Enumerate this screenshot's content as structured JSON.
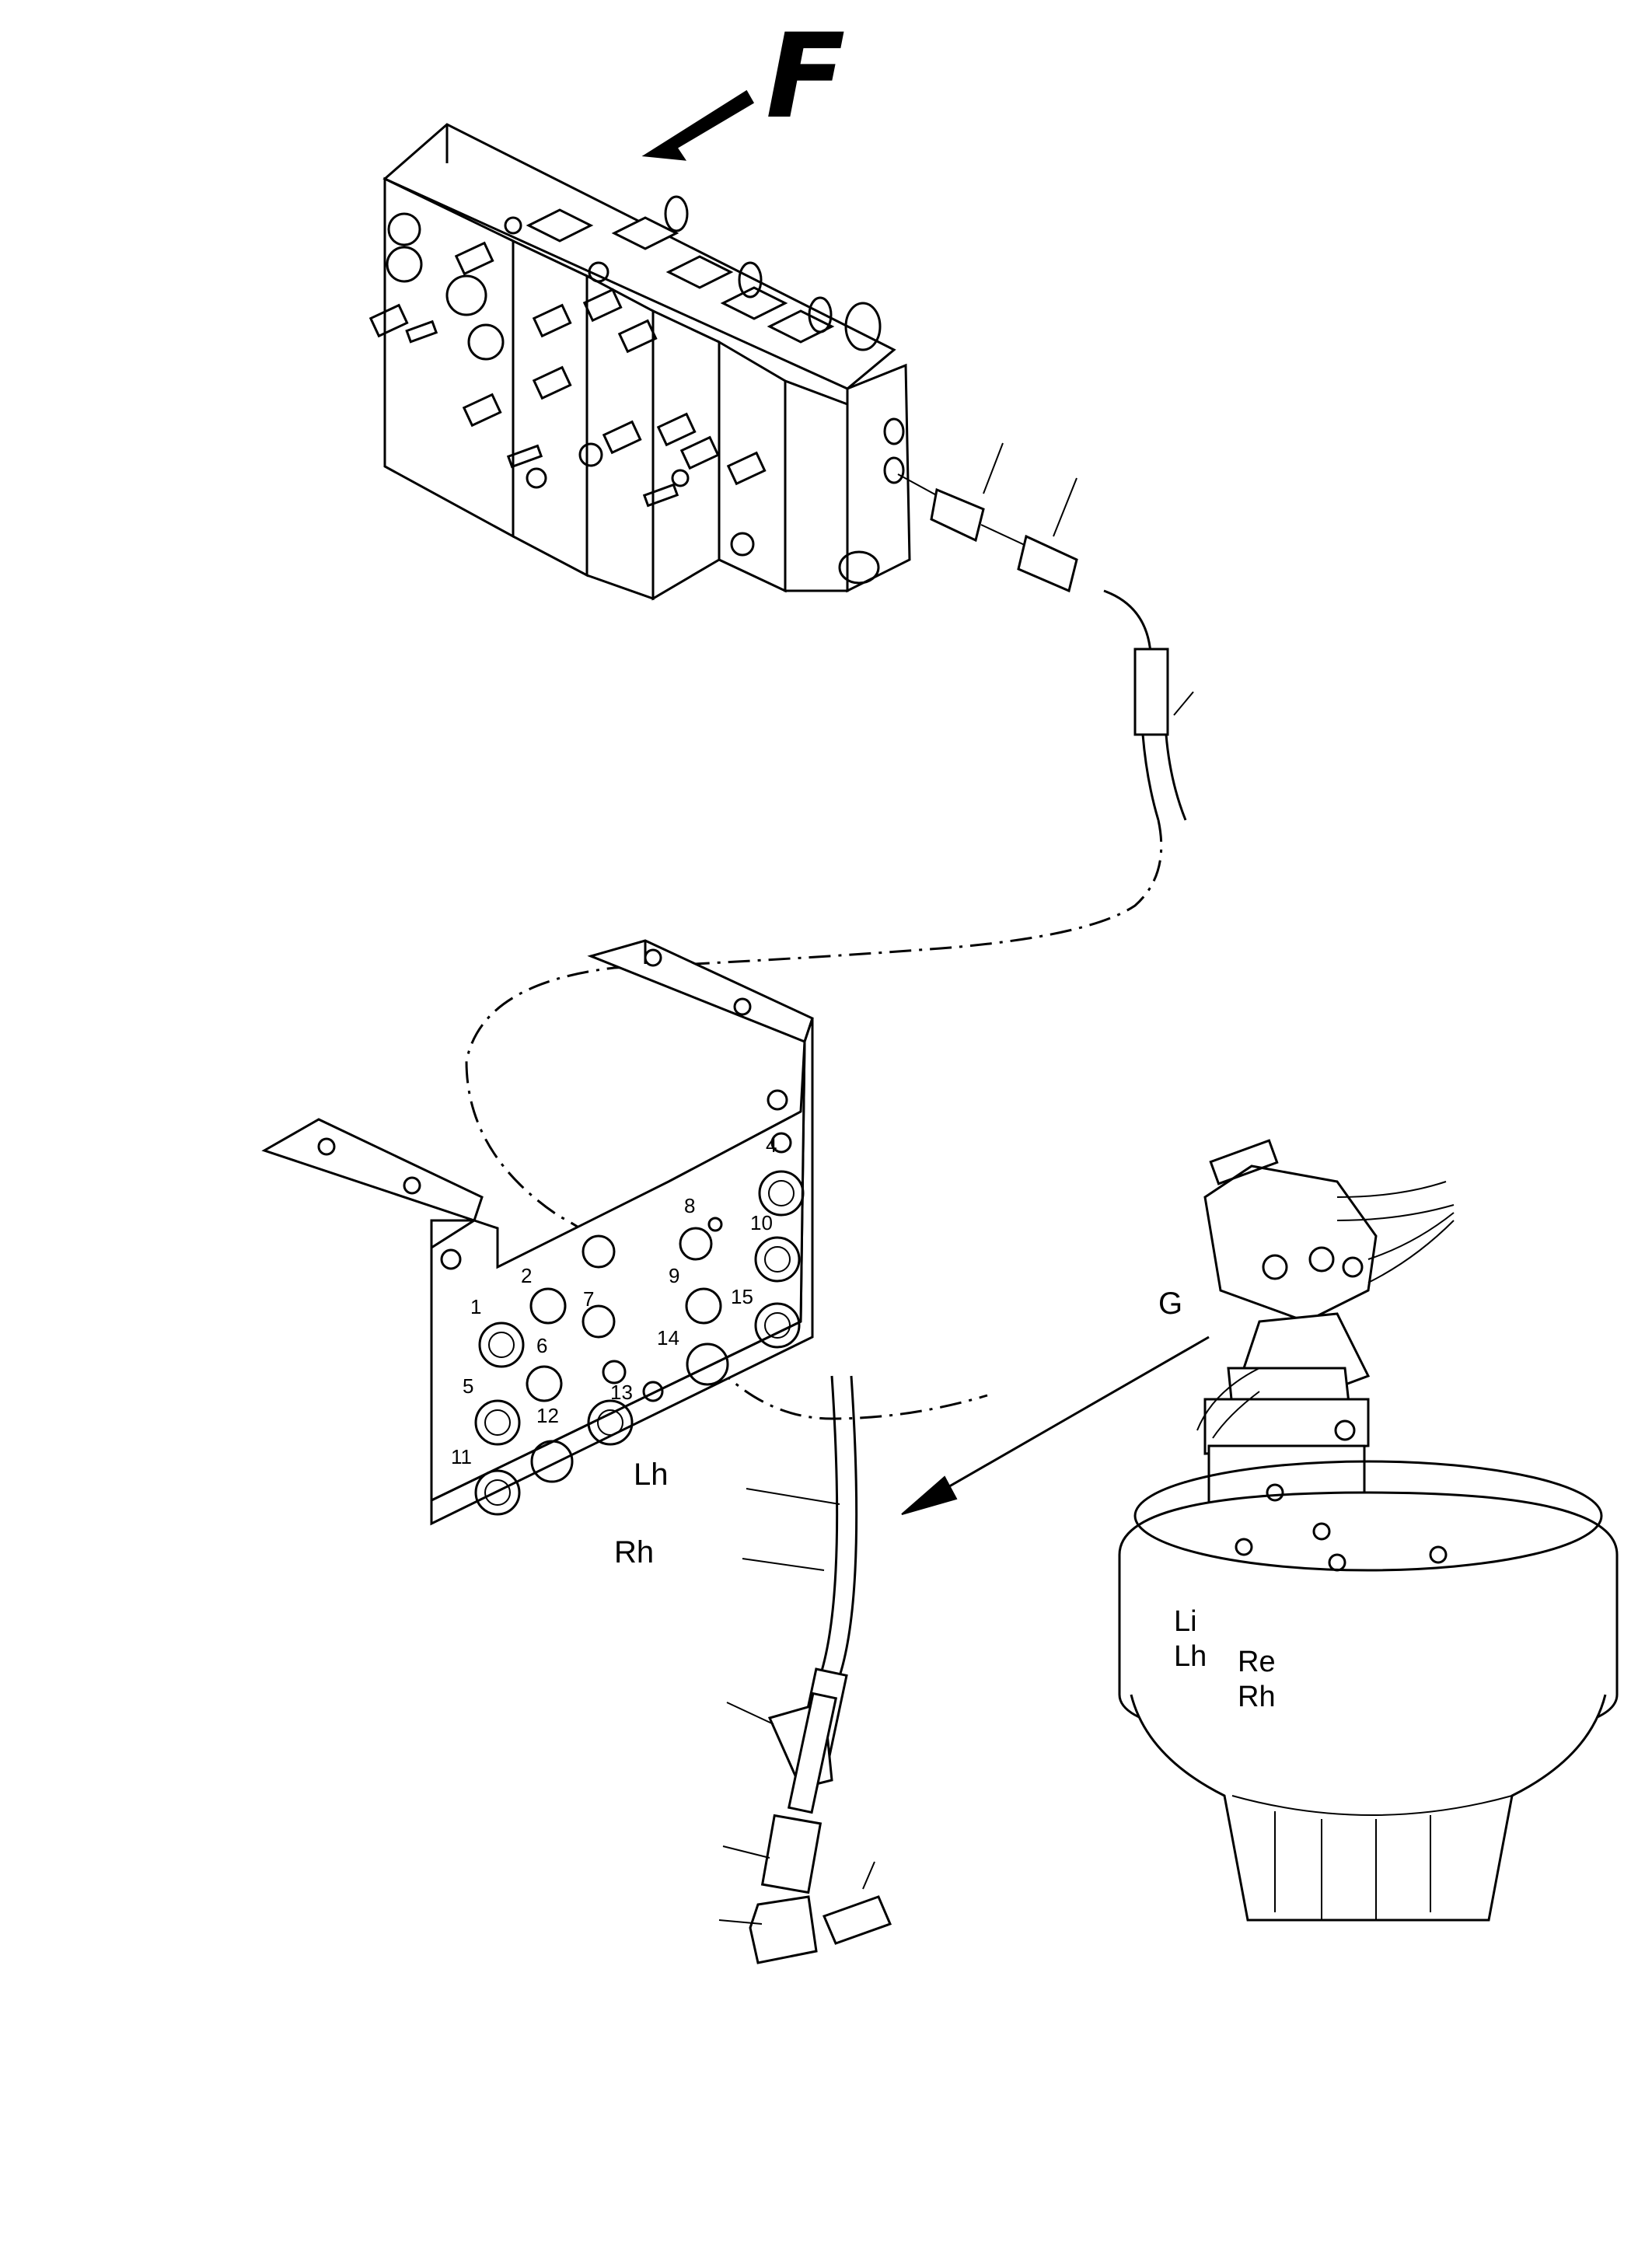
{
  "diagram": {
    "direction_marker": "F",
    "view_marker": "G",
    "hose_labels": [
      "Lh",
      "Rh"
    ],
    "swivel_labels": [
      "Li",
      "Lh",
      "Re",
      "Rh"
    ],
    "port_numbers": [
      "1",
      "2",
      "4",
      "5",
      "6",
      "7",
      "8",
      "9",
      "10",
      "11",
      "12",
      "13",
      "14",
      "15"
    ]
  }
}
